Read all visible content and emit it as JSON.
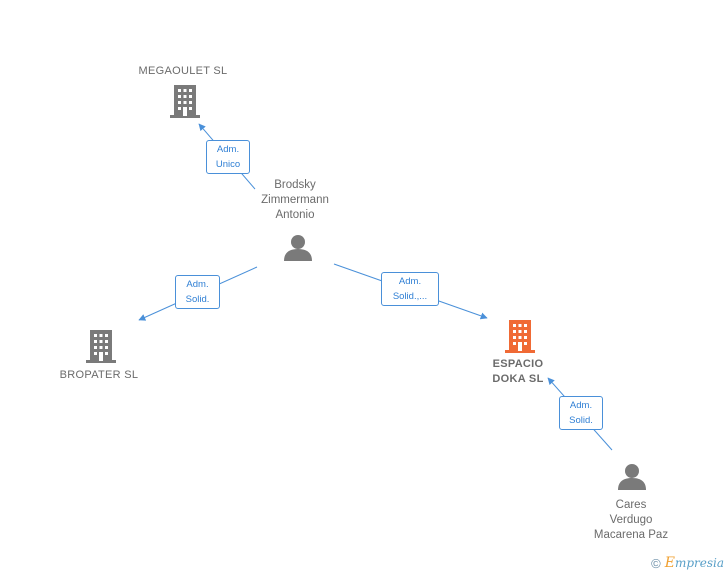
{
  "diagram": {
    "nodes": {
      "megaoulet": {
        "label": "MEGAOULET SL",
        "kind": "company",
        "color": "#7a7a7a"
      },
      "brodsky": {
        "label": "Brodsky\nZimmermann\nAntonio",
        "kind": "person",
        "color": "#7a7a7a"
      },
      "bropater": {
        "label": "BROPATER  SL",
        "kind": "company",
        "color": "#7a7a7a"
      },
      "espacio": {
        "label": "ESPACIO\nDOKA  SL",
        "kind": "company",
        "color": "#f06a35"
      },
      "cares": {
        "label": "Cares\nVerdugo\nMacarena Paz",
        "kind": "person",
        "color": "#7a7a7a"
      }
    },
    "edges": [
      {
        "from": "brodsky",
        "to": "megaoulet",
        "label_line1": "Adm.",
        "label_line2": "Unico"
      },
      {
        "from": "brodsky",
        "to": "bropater",
        "label_line1": "Adm.",
        "label_line2": "Solid."
      },
      {
        "from": "brodsky",
        "to": "espacio",
        "label_line1": "Adm.",
        "label_line2": "Solid.,..."
      },
      {
        "from": "cares",
        "to": "espacio",
        "label_line1": "Adm.",
        "label_line2": "Solid."
      }
    ],
    "edge_color": "#4a90d9",
    "icons": {
      "company": "building-icon",
      "person": "person-icon"
    }
  },
  "footer": {
    "copyright_symbol": "©",
    "brand_first": "E",
    "brand_rest": "mpresia"
  }
}
